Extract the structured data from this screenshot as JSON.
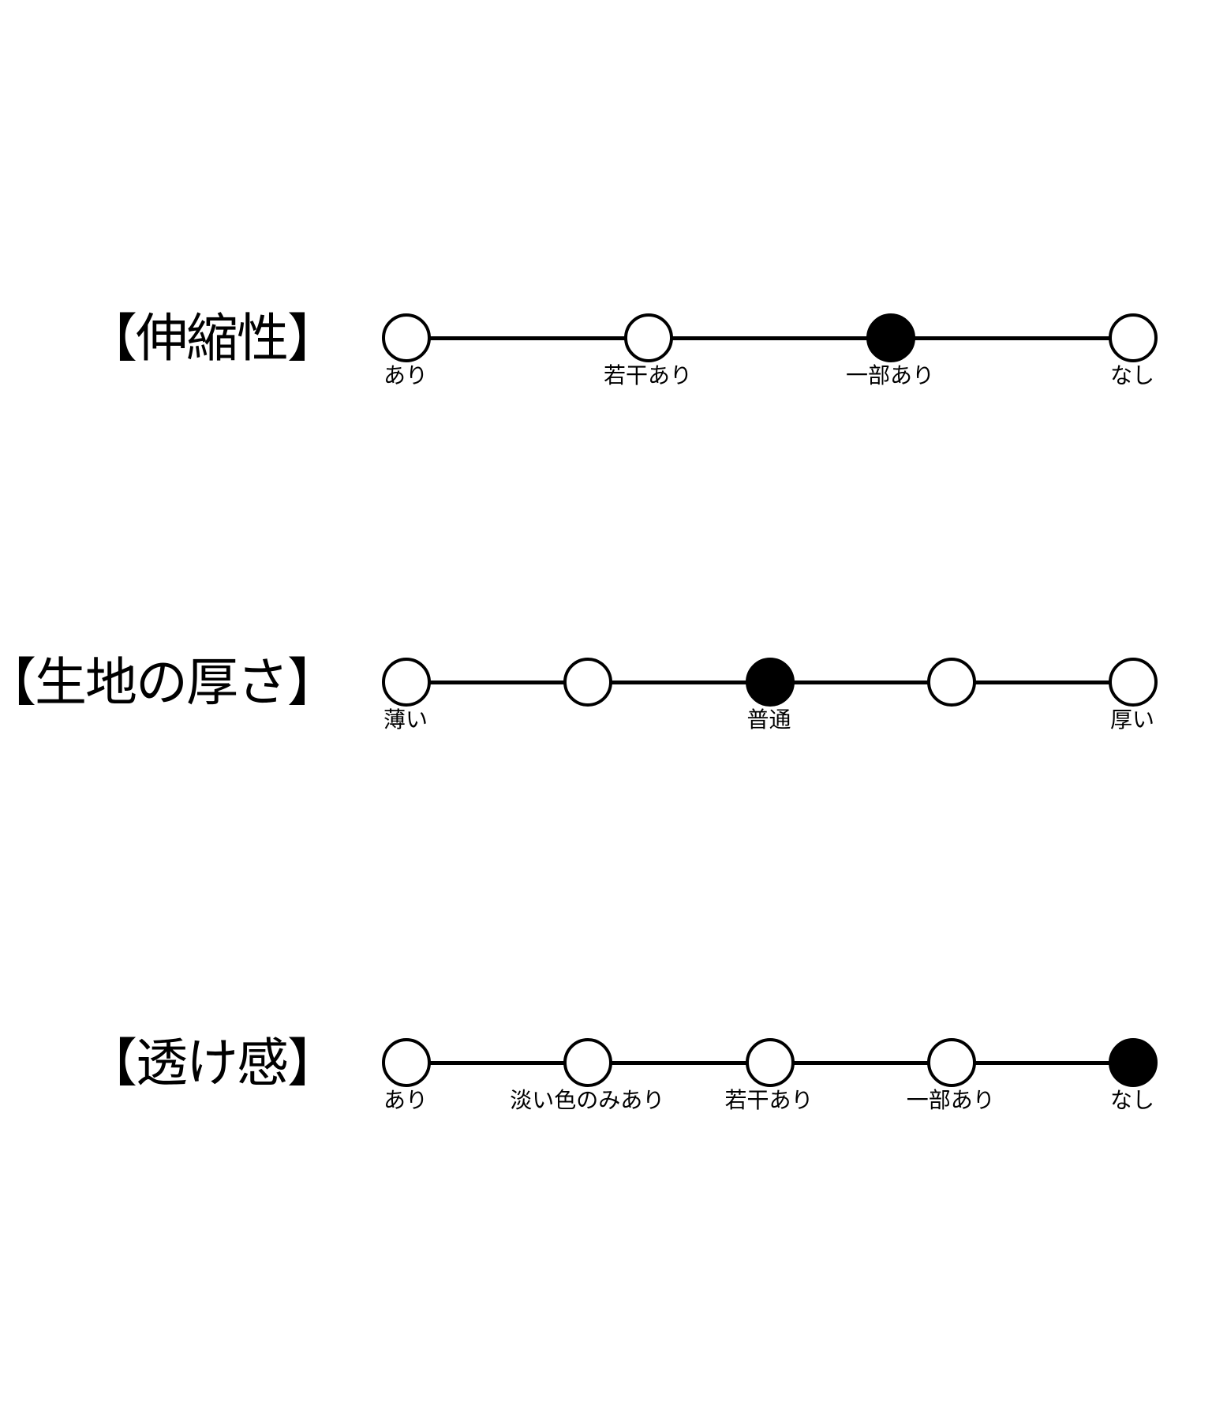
{
  "colors": {
    "line": "#000000",
    "selected_fill": "#000000",
    "unselected_fill": "#ffffff",
    "background": "#ffffff"
  },
  "scales": [
    {
      "title": "【伸縮性】",
      "selected_index": 2,
      "options": [
        "あり",
        "若干あり",
        "一部あり",
        "なし"
      ]
    },
    {
      "title": "【生地の厚さ】",
      "selected_index": 2,
      "options": [
        "薄い",
        "",
        "普通",
        "",
        "厚い"
      ]
    },
    {
      "title": "【透け感】",
      "selected_index": 4,
      "options": [
        "あり",
        "淡い色のみあり",
        "若干あり",
        "一部あり",
        "なし"
      ]
    }
  ]
}
